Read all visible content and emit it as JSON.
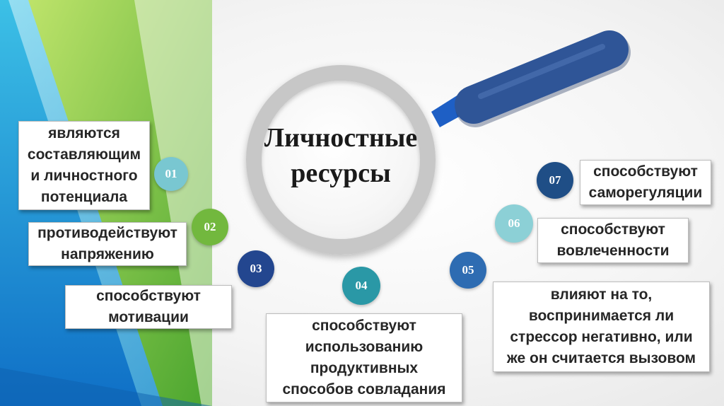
{
  "center": {
    "line1": "Личностные",
    "line2": "ресурсы"
  },
  "colors": {
    "n01": "#79c7d1",
    "n02": "#72b83e",
    "n03": "#23468f",
    "n04": "#2a98a6",
    "n05": "#2e6cb2",
    "n06": "#8cd0d6",
    "n07": "#1f4e86",
    "handle": "#2f5597"
  },
  "items": [
    {
      "num": "01",
      "lines": [
        "являются",
        "составляющим",
        "и личностного",
        "потенциала"
      ]
    },
    {
      "num": "02",
      "lines": [
        "противодействуют",
        "напряжению"
      ]
    },
    {
      "num": "03",
      "lines": [
        "способствуют",
        "мотивации"
      ]
    },
    {
      "num": "04",
      "lines": [
        "способствуют",
        "использованию",
        "продуктивных",
        "способов совладания"
      ]
    },
    {
      "num": "05",
      "lines": [
        "влияют на то,",
        "воспринимается ли",
        "стрессор негативно, или",
        "же он считается вызовом"
      ]
    },
    {
      "num": "06",
      "lines": [
        "способствуют",
        "вовлеченности"
      ]
    },
    {
      "num": "07",
      "lines": [
        "способствуют",
        "саморегуляции"
      ]
    }
  ]
}
